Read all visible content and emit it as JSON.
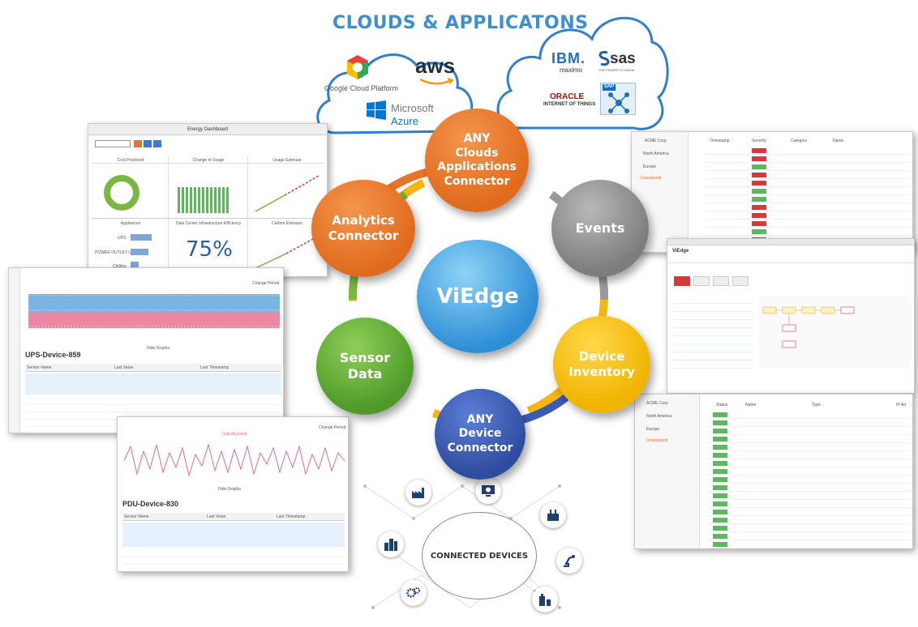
{
  "header": {
    "title": "CLOUDS & APPLICATONS"
  },
  "clouds": {
    "left": [
      "Google Cloud Platform",
      "aws",
      "Microsoft",
      "Azure"
    ],
    "right": [
      "IBM.",
      "maximo",
      "sas",
      "THE POWER TO KNOW.",
      "ORACLE",
      "INTERNET OF THINGS",
      "SAP"
    ]
  },
  "hub": {
    "center": "ViEdge",
    "apps": [
      "ANY",
      "Clouds",
      "Applications",
      "Connector"
    ],
    "events": "Events",
    "inventory": [
      "Device",
      "Inventory"
    ],
    "device": [
      "ANY",
      "Device",
      "Connector"
    ],
    "sensor": [
      "Sensor",
      "Data"
    ],
    "analytics": [
      "Analytics",
      "Connector"
    ]
  },
  "energy": {
    "title": "Energy Dashboard",
    "cards": [
      "Cost Predicted",
      "Change in Usage",
      "Usage Estimate",
      "Appliances",
      "Data Center Infrastructure Efficiency",
      "Carbon Emission"
    ],
    "big_value": "75%",
    "appliance_labels": [
      "UPS",
      "POWER OUTLET UNIT",
      "Chillers"
    ]
  },
  "ups": {
    "title": "UPS-Device-859",
    "cols": [
      "Sensor Name",
      "Last Value",
      "Last Timestamp"
    ],
    "hide": "Hide Graphs",
    "change": "Change Period"
  },
  "pdu": {
    "title": "PDU-Device-830",
    "cols": [
      "Sensor Name",
      "Last Value",
      "Last Timestamp"
    ],
    "hide": "Hide Graphs",
    "change": "Change Period",
    "legend": "OutputCurrent"
  },
  "events_panel": {
    "cols": [
      "Timestamp",
      "Severity",
      "Category",
      "Name"
    ],
    "sidebar": [
      "ACME Corp",
      "North America",
      "Europe",
      "Unassigned"
    ]
  },
  "inventory_panel": {
    "cols": [
      "Status",
      "Name",
      "Type",
      "IP Ad"
    ],
    "sidebar": [
      "ACME Corp",
      "North America",
      "Europe",
      "Unassigned"
    ]
  },
  "viedge_panel": {
    "brand": "ViEdge"
  },
  "connected": {
    "label": "CONNECTED DEVICES"
  }
}
